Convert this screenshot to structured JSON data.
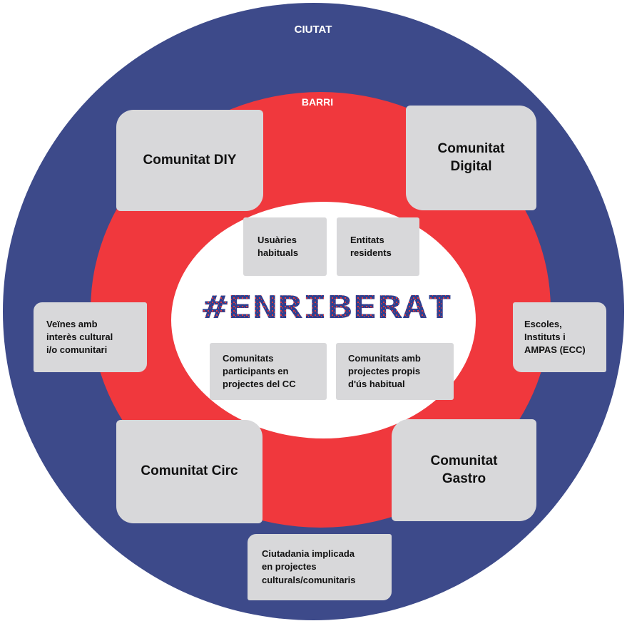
{
  "rings": {
    "outer_label": "CIUTAT",
    "middle_label": "BARRI"
  },
  "logo": {
    "text": "#ENRIBERAT"
  },
  "cards": {
    "diy": "Comunitat DIY",
    "digital": "Comunitat\nDigital",
    "circ": "Comunitat Circ",
    "gastro": "Comunitat\nGastro",
    "usuaries": "Usuàries\nhabituals",
    "entitats": "Entitats\nresidents",
    "participants": "Comunitats\nparticipants en\nprojectes del CC",
    "propis": "Comunitats amb\nprojectes propis\nd'ús habitual",
    "veines": "Veïnes amb\ninterès cultural\ni/o comunitari",
    "escoles": "Escoles,\nInstituts i\nAMPAS (ECC)",
    "ciutadania": "Ciutadania implicada\nen projectes\nculturals/comunitaris"
  },
  "colors": {
    "outer_ring": "#3d4a8a",
    "middle_ring": "#f0383d",
    "inner_circle": "#ffffff",
    "card": "#d8d8da",
    "logo_blue": "#2f3f8f",
    "logo_red": "#e23a3f"
  }
}
